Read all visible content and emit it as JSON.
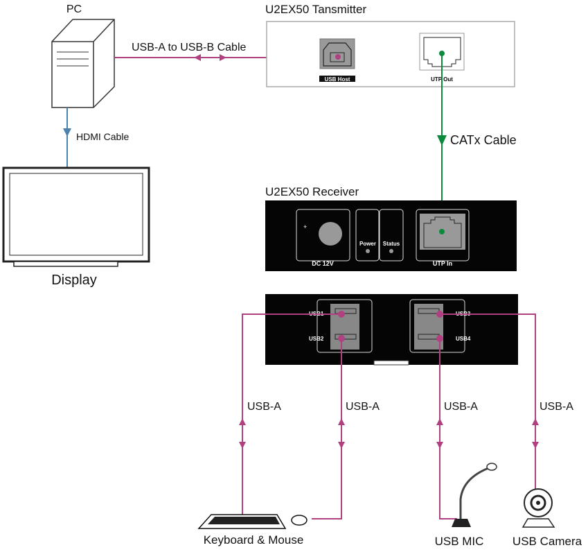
{
  "labels": {
    "pc": "PC",
    "display": "Display",
    "transmitter": "U2EX50  Tansmitter",
    "receiver": "U2EX50  Receiver",
    "usb_ab_cable": "USB-A to USB-B Cable",
    "hdmi_cable": "HDMI  Cable",
    "catx_cable": "CATx Cable",
    "usb_host": "USB Host",
    "utp_out": "UTP Out",
    "utp_in": "UTP In",
    "dc": "DC 12V",
    "power": "Power",
    "status": "Status",
    "usb1": "USB1",
    "usb2": "USB2",
    "usb3": "USB3",
    "usb4": "USB4",
    "usb_a": "USB-A",
    "keyboard_mouse": "Keyboard & Mouse",
    "usb_mic": "USB MIC",
    "usb_camera": "USB Camera"
  },
  "colors": {
    "usb": "#b0407f",
    "catx": "#0a8a3a",
    "hdmi": "#4a82b0"
  }
}
